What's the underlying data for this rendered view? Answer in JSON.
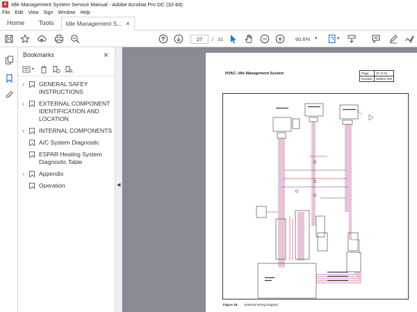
{
  "window": {
    "title": "Idle Management System Service Manual - Adobe Acrobat Pro DC (32-bit)",
    "logo_letter": "A"
  },
  "menu": [
    "File",
    "Edit",
    "View",
    "Sign",
    "Window",
    "Help"
  ],
  "tabs": {
    "home": "Home",
    "tools": "Tools",
    "document": "Idle Management S...",
    "close": "×"
  },
  "toolbar": {
    "current_page": "27",
    "page_separator": "/",
    "total_pages": "31",
    "zoom": "60.6%",
    "icons": [
      "save-icon",
      "bookmark-star-icon",
      "share-cloud-icon",
      "print-icon",
      "zoom-out-search-icon",
      "page-up-icon",
      "page-down-icon",
      "select-cursor-icon",
      "hand-pan-icon",
      "zoom-minus-icon",
      "zoom-plus-icon",
      "fit-page-icon",
      "scroll-mode-icon",
      "comment-icon",
      "pen-icon",
      "sign-icon"
    ]
  },
  "bookmarks": {
    "header": "Bookmarks",
    "close": "×",
    "items": [
      {
        "label": "GENERAL SAFEY INSTRUCTIONS",
        "line1": "GENERAL SAFEY",
        "line2": "INSTRUCTIONS",
        "expandable": true
      },
      {
        "label": "EXTERNAL COMPONENT IDENTIFICATION AND LOCATION",
        "line1": "EXTERNAL COMPONENT",
        "line2": "IDENTIFICATION AND",
        "line3": "LOCATION",
        "expandable": true
      },
      {
        "label": "INTERNAL COMPONENTS",
        "line1": "INTERNAL COMPONENTS",
        "expandable": true
      },
      {
        "label": "A/C System Diagnostic",
        "line1": "A/C System Diagnostic",
        "expandable": false
      },
      {
        "label": "ESPAR Heating System Diagnostic Table",
        "line1": "ESPAR Heating System",
        "line2": "Diagnostic Table",
        "expandable": false
      },
      {
        "label": "Appendix",
        "line1": "Appendix",
        "expandable": true
      },
      {
        "label": "Operation",
        "line1": "Operation",
        "expandable": false
      }
    ]
  },
  "document": {
    "header_title": "HVAC: Idle Management System",
    "page_label": "Page",
    "page_value": "27 of 31",
    "number_label": "Number",
    "number_value": "SM001-300",
    "figure_label": "Figure 19.",
    "figure_caption": "External Wiring Diagram"
  },
  "colors": {
    "accent": "#1473e6",
    "viewer_bg": "#888b91",
    "wire_red": "#d0021b",
    "wire_purple": "#7b1fa2"
  }
}
